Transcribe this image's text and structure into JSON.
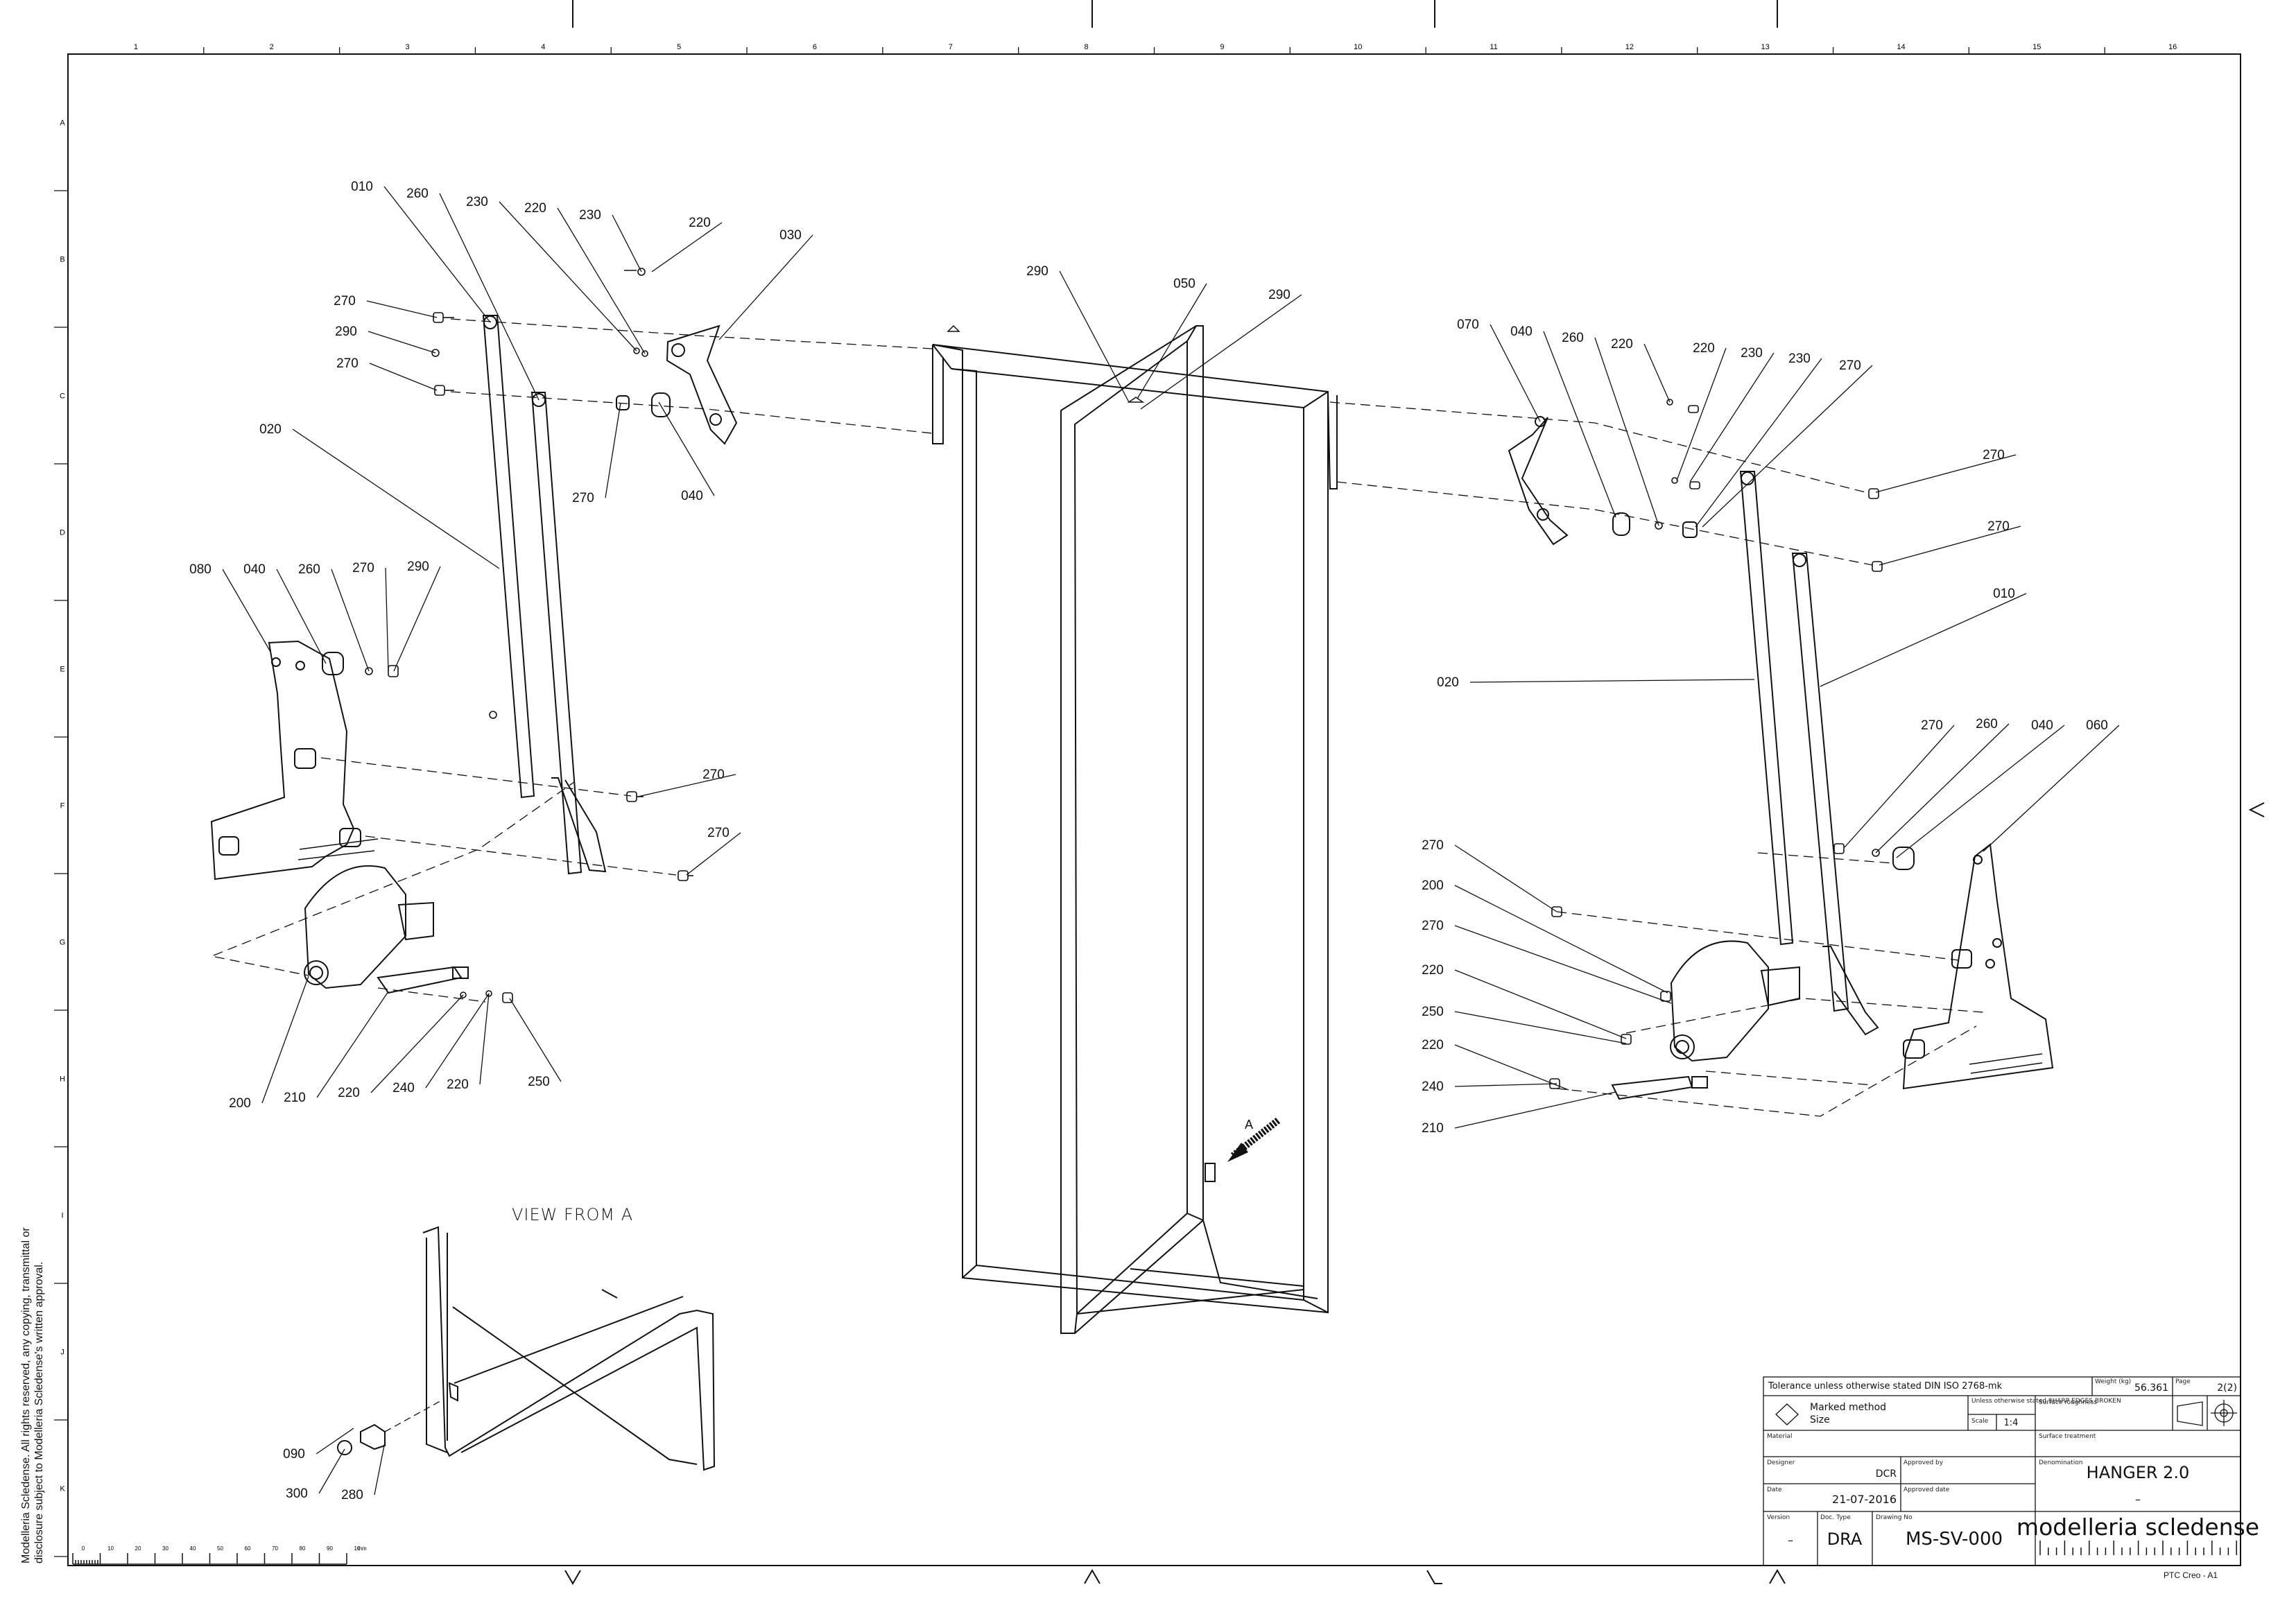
{
  "drawing": {
    "copyright": "Modelleria Scledense. All rights reserved, any copying, transmittal or disclosure subject to Modelleria Scledense's written approval.",
    "tool": "PTC Creo - A1",
    "view_label": "VIEW FROM A",
    "view_arrow_label": "A",
    "scale_bar_labels": [
      "0",
      "10",
      "20",
      "30",
      "40",
      "50",
      "60",
      "70",
      "80",
      "90",
      "10",
      "mm"
    ],
    "zone_columns": [
      "1",
      "2",
      "3",
      "4",
      "5",
      "6",
      "7",
      "8",
      "9",
      "10",
      "11",
      "12",
      "13",
      "14",
      "15",
      "16"
    ],
    "zone_rows": [
      "A",
      "B",
      "C",
      "D",
      "E",
      "F",
      "G",
      "H",
      "I",
      "J",
      "K"
    ]
  },
  "callouts": {
    "left_assembly": [
      "010",
      "260",
      "230",
      "220",
      "230",
      "220",
      "030",
      "270",
      "290",
      "270",
      "020",
      "270",
      "040",
      "080",
      "040",
      "260",
      "270",
      "290",
      "270",
      "270",
      "200",
      "210",
      "220",
      "240",
      "220",
      "250"
    ],
    "center_frame": [
      "290",
      "050",
      "290"
    ],
    "right_assembly": [
      "070",
      "040",
      "260",
      "220",
      "220",
      "230",
      "230",
      "270",
      "270",
      "270",
      "010",
      "020",
      "270",
      "260",
      "040",
      "060",
      "270",
      "200",
      "270",
      "220",
      "250",
      "220",
      "240",
      "210"
    ],
    "view_a": [
      "090",
      "300",
      "280"
    ]
  },
  "title_block": {
    "tolerance": "Tolerance unless otherwise stated DIN ISO 2768-mk",
    "weight_label": "Weight (kg)",
    "weight_value": "56.361",
    "page_label": "Page",
    "page_value": "2(2)",
    "marked_method": "Marked method",
    "size": "Size",
    "edges_note": "Unless otherwise stated SHARP EDGES BROKEN",
    "scale_label": "Scale",
    "scale_value": "1:4",
    "surface_roughness": "Surface roughness",
    "material": "Material",
    "surface_treatment": "Surface treatment",
    "designer_label": "Designer",
    "designer_value": "DCR",
    "approved_by": "Approved by",
    "denomination_label": "Denomination",
    "denomination_value": "HANGER 2.0",
    "denomination_sub": "–",
    "date_label": "Date",
    "date_value": "21-07-2016",
    "approved_date": "Approved date",
    "version_label": "Version",
    "version_value": "–",
    "doc_type_label": "Doc. Type",
    "doc_type_value": "DRA",
    "drawing_no_label": "Drawing No",
    "drawing_no_value": "MS-SV-000",
    "company": "modelleria scledense"
  }
}
